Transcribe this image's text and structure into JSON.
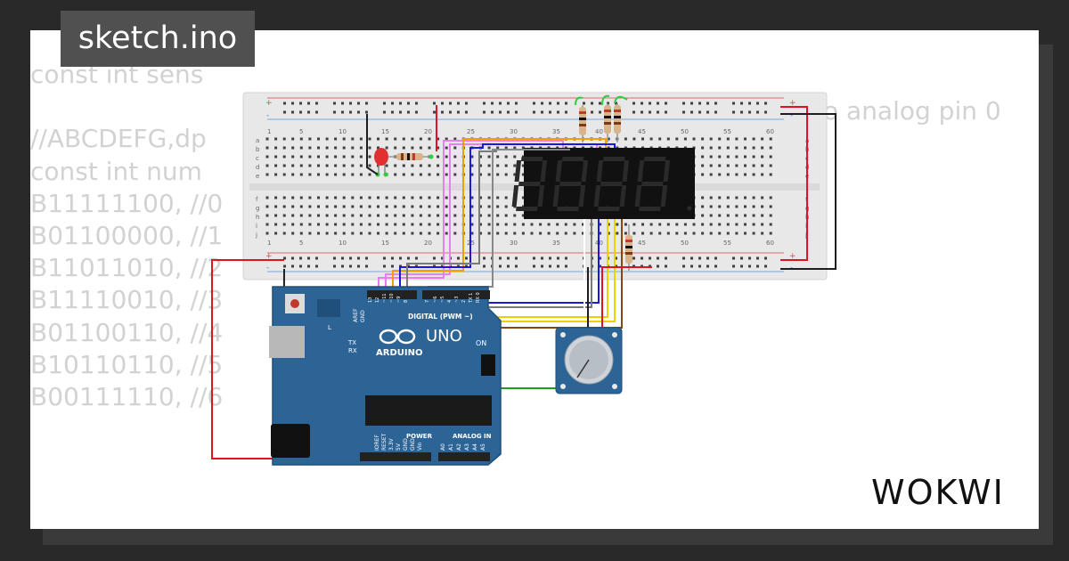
{
  "tab": {
    "title": "sketch.ino"
  },
  "code": {
    "lines": [
      "const int sens",
      "",
      "//ABCDEFG,dp",
      "const int num",
      "B11111100, //0",
      "B01100000, //1",
      "B11011010, //2",
      "B11110010, //3",
      "B01100110, //4",
      "B10110110, //5",
      "B00111110, //6"
    ],
    "tail": "o analog pin 0"
  },
  "breadboard": {
    "column_numbers": [
      "1",
      "5",
      "10",
      "15",
      "20",
      "25",
      "30",
      "35",
      "40",
      "45",
      "50",
      "55",
      "60"
    ],
    "row_letters_top": [
      "a",
      "b",
      "c",
      "d",
      "e"
    ],
    "row_letters_bottom": [
      "f",
      "g",
      "h",
      "i",
      "j"
    ],
    "rail_plus": "+",
    "rail_minus": "-"
  },
  "arduino": {
    "brand": "ARDUINO",
    "model": "UNO",
    "digital_label": "DIGITAL (PWM ~)",
    "power_label": "POWER",
    "analog_label": "ANALOG IN",
    "on_label": "ON",
    "l_label": "L",
    "tx_label": "TX",
    "rx_label": "RX",
    "aref_label": "AREF",
    "gnd_label": "GND",
    "power_pins": [
      "IOREF",
      "RESET",
      "3.3V",
      "5V",
      "GND",
      "GND",
      "Vin"
    ],
    "analog_pins": [
      "A0",
      "A1",
      "A2",
      "A3",
      "A4",
      "A5"
    ],
    "digital_pins": [
      "13",
      "12",
      "~11",
      "~10",
      "~9",
      "8",
      "7",
      "~6",
      "~5",
      "4",
      "~3",
      "2",
      "TX 1",
      "RX 0"
    ]
  },
  "display": {
    "digits": 4
  },
  "logo": {
    "text": "WOKWI"
  },
  "colors": {
    "background": "#292929",
    "card": "#ffffff",
    "code_text": "#d2d2d2",
    "tab_bg": "#505050",
    "board_blue": "#2c6496",
    "wire_red": "#e0141e",
    "wire_black": "#1e1e1e"
  }
}
